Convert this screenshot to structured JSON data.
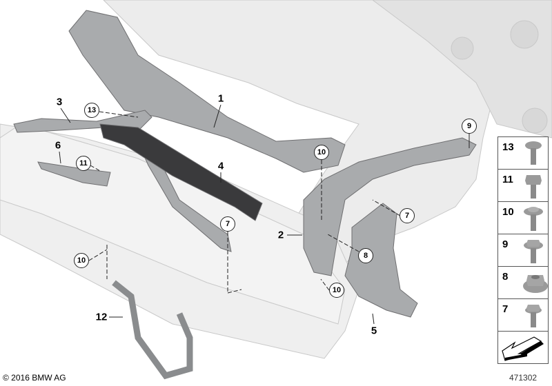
{
  "diagram": {
    "callouts": [
      {
        "id": "1",
        "label": "1"
      },
      {
        "id": "2",
        "label": "2"
      },
      {
        "id": "3",
        "label": "3"
      },
      {
        "id": "4",
        "label": "4"
      },
      {
        "id": "5",
        "label": "5"
      },
      {
        "id": "6",
        "label": "6"
      },
      {
        "id": "12",
        "label": "12"
      }
    ],
    "circled_callouts": [
      {
        "label": "13"
      },
      {
        "label": "11"
      },
      {
        "label": "10"
      },
      {
        "label": "10"
      },
      {
        "label": "10"
      },
      {
        "label": "7"
      },
      {
        "label": "7"
      },
      {
        "label": "8"
      },
      {
        "label": "9"
      }
    ],
    "colors": {
      "part": "#a9abad",
      "body_ghost": "#e6e6e6",
      "line": "#222222"
    }
  },
  "legend": {
    "items": [
      {
        "label": "13",
        "icon": "torx-button-head-screw-icon"
      },
      {
        "label": "11",
        "icon": "hex-head-bolt-icon"
      },
      {
        "label": "10",
        "icon": "torx-washer-screw-icon"
      },
      {
        "label": "9",
        "icon": "hex-flange-screw-icon"
      },
      {
        "label": "8",
        "icon": "flange-nut-icon"
      },
      {
        "label": "7",
        "icon": "hex-bolt-icon"
      }
    ],
    "direction_icon": "front-direction-arrow-icon"
  },
  "footer": {
    "copyright": "© 2016 BMW AG",
    "image_number": "471302"
  }
}
